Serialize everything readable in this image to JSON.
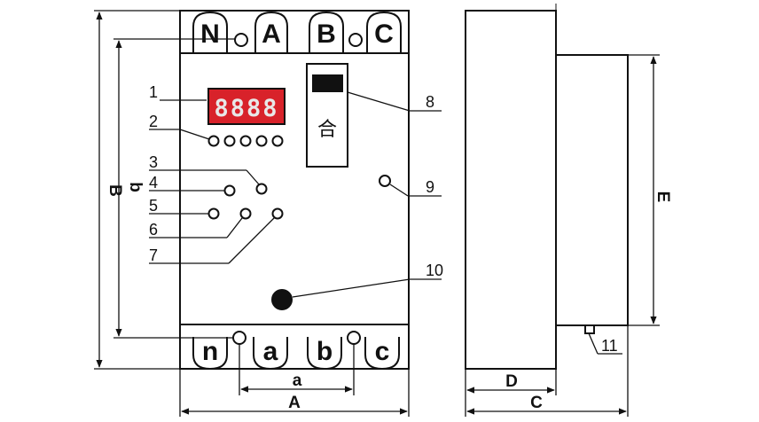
{
  "top_terminals": [
    "N",
    "A",
    "B",
    "C"
  ],
  "bottom_terminals": [
    "n",
    "a",
    "b",
    "c"
  ],
  "display": {
    "digits": "8888",
    "switch_label": "合"
  },
  "callouts": [
    "1",
    "2",
    "3",
    "4",
    "5",
    "6",
    "7",
    "8",
    "9",
    "10",
    "11"
  ],
  "dimensions": {
    "A": "A",
    "a": "a",
    "B": "B",
    "b": "b",
    "C": "C",
    "D": "D",
    "E": "E"
  },
  "colors": {
    "display_bg": "#d8222a",
    "ink": "#111111"
  }
}
